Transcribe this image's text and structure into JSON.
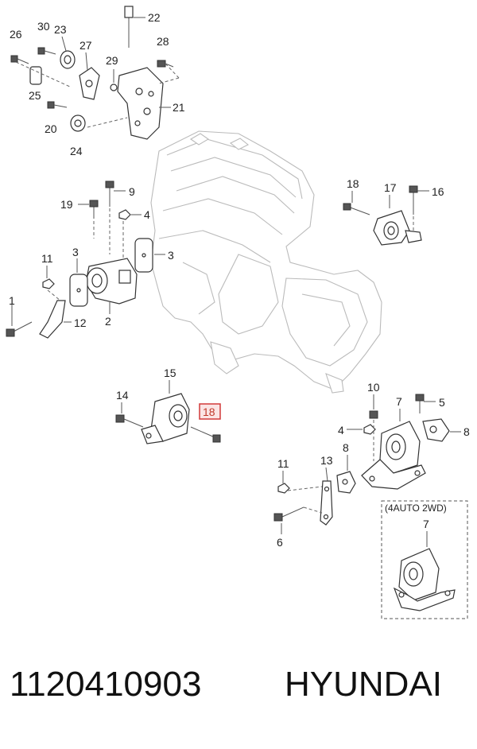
{
  "labels": {
    "l1": "1",
    "l2": "2",
    "l3a": "3",
    "l3b": "3",
    "l4a": "4",
    "l4b": "4",
    "l5": "5",
    "l6": "6",
    "l7a": "7",
    "l7b": "7",
    "l8a": "8",
    "l8b": "8",
    "l9": "9",
    "l10": "10",
    "l11a": "11",
    "l11b": "11",
    "l12": "12",
    "l13": "13",
    "l14": "14",
    "l15": "15",
    "l16": "16",
    "l17": "17",
    "l18a": "18",
    "l18b": "18",
    "l19": "19",
    "l20": "20",
    "l21": "21",
    "l22": "22",
    "l23": "23",
    "l24": "24",
    "l25": "25",
    "l26": "26",
    "l27": "27",
    "l28": "28",
    "l29": "29",
    "l30": "30"
  },
  "inset": {
    "title": "(4AUTO 2WD)"
  },
  "footer": {
    "part_number": "1120410903",
    "brand": "HYUNDAI"
  },
  "colors": {
    "highlight": "#d23a3a",
    "highlight_fill": "#fbe4e4"
  }
}
